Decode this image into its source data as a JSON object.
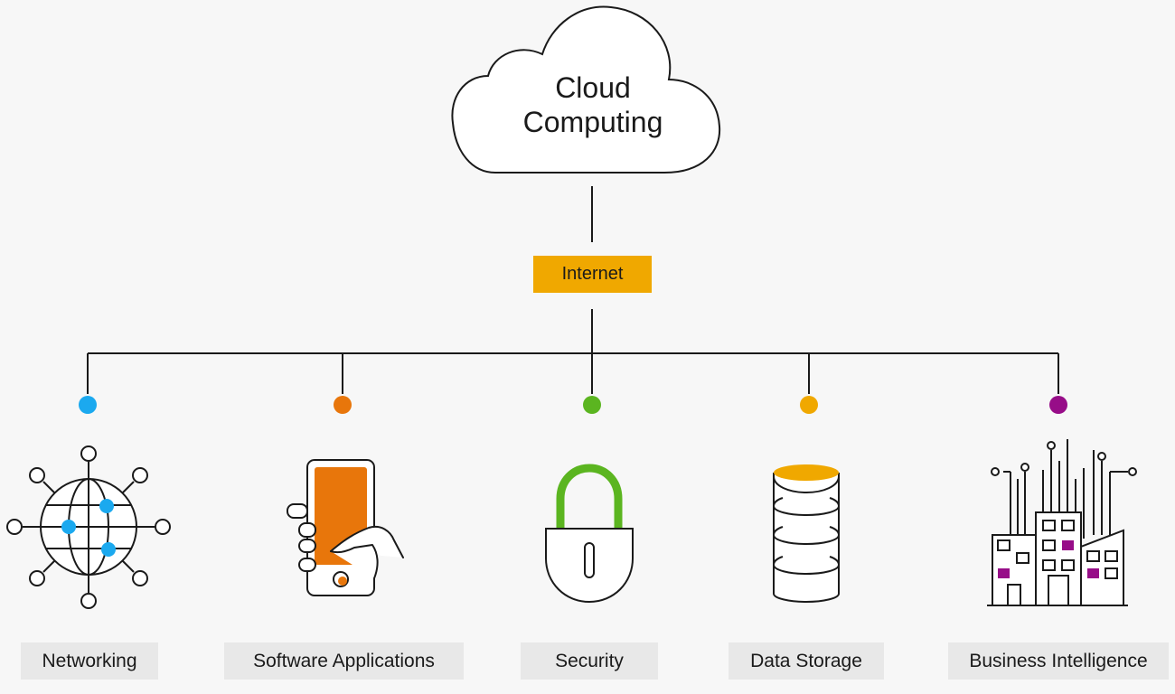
{
  "cloud": {
    "line1": "Cloud",
    "line2": "Computing"
  },
  "internet": {
    "label": "Internet",
    "color": "#f0a800"
  },
  "services": [
    {
      "label": "Networking",
      "dot_color": "#1ba9ef",
      "icon": "globe-network-icon"
    },
    {
      "label": "Software Applications",
      "dot_color": "#e8760b",
      "icon": "phone-hand-icon"
    },
    {
      "label": "Security",
      "dot_color": "#5bb520",
      "icon": "padlock-icon"
    },
    {
      "label": "Data Storage",
      "dot_color": "#f0a800",
      "icon": "database-icon"
    },
    {
      "label": "Business Intelligence",
      "dot_color": "#970d88",
      "icon": "city-buildings-icon"
    }
  ]
}
